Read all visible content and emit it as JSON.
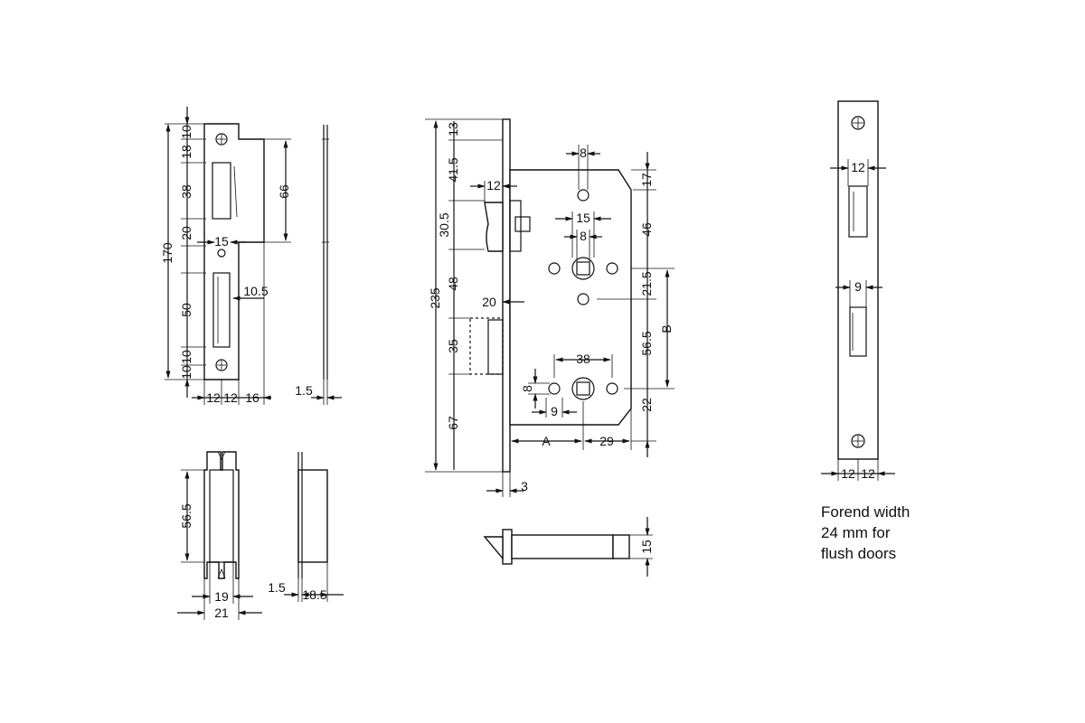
{
  "striking_plate": {
    "dims": {
      "overall_height": "170",
      "top_10": "10",
      "d18": "18",
      "d38": "38",
      "d20": "20",
      "d50": "50",
      "bottom_10a": "10",
      "bottom_10b": "10",
      "lip_66": "66",
      "w15": "15",
      "lip_10_5": "10.5",
      "w12a": "12",
      "w12b": "12",
      "w16": "16",
      "thick_1_5": "1.5"
    }
  },
  "keep_box": {
    "dims": {
      "h56_5": "56.5",
      "w19": "19",
      "w21": "21",
      "t1_5": "1.5",
      "d18_5": "18.5"
    }
  },
  "lock_body": {
    "dims": {
      "overall_235": "235",
      "d13": "13",
      "d41_5": "41.5",
      "d30_5": "30.5",
      "d48": "48",
      "d35": "35",
      "d67": "67",
      "latch_12": "12",
      "bolt_20": "20",
      "hole_8_top": "8",
      "spindle_15": "15",
      "spindle_8": "8",
      "d17": "17",
      "d46": "46",
      "d21_5": "21.5",
      "d56_5": "56.5",
      "label_B": "B",
      "d22": "22",
      "d38": "38",
      "d8_left": "8",
      "d9": "9",
      "label_A": "A",
      "d29": "29",
      "d3": "3",
      "d15_bolt": "15"
    }
  },
  "forend": {
    "dims": {
      "w12_top": "12",
      "w9": "9",
      "w12_l": "12",
      "w12_r": "12"
    },
    "note": [
      "Forend width",
      "24 mm for",
      "flush doors"
    ]
  }
}
